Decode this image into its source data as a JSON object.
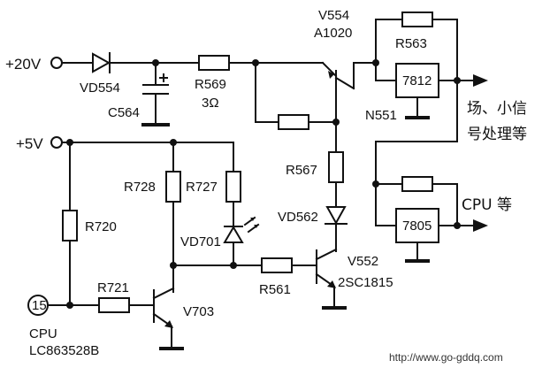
{
  "labels": {
    "v20": "+20V",
    "v5": "+5V",
    "vd554": "VD554",
    "c564": "C564",
    "r569": "R569",
    "r569_value": "3Ω",
    "v554": "V554",
    "a1020": "A1020",
    "r563": "R563",
    "ic7812": "7812",
    "n551": "N551",
    "out1_line1": "场、小信",
    "out1_line2": "号处理等",
    "r567": "R567",
    "vd562": "VD562",
    "ic7805": "7805",
    "out2": "CPU 等",
    "r728": "R728",
    "r727": "R727",
    "r720": "R720",
    "vd701": "VD701",
    "r561": "R561",
    "v552": "V552",
    "t2sc1815": "2SC1815",
    "r721": "R721",
    "v703": "V703",
    "pin15": "15",
    "cpu": "CPU",
    "lc863528b": "LC863528B",
    "url": "http://www.go-gddq.com"
  }
}
